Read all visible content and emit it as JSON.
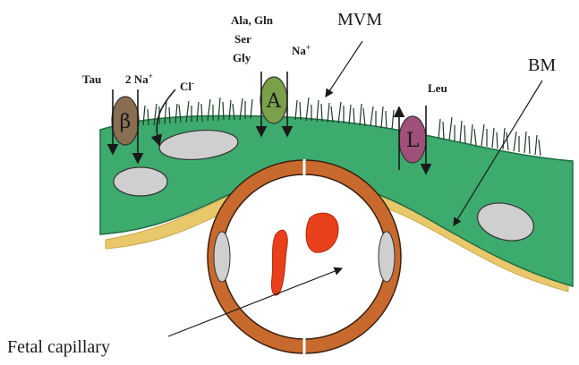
{
  "labels": {
    "mvm": "MVM",
    "bm": "BM",
    "fetal_capillary": "Fetal capillary",
    "tau": "Tau",
    "two_na": "2 Na",
    "two_na_sup": "+",
    "cl": "Cl",
    "cl_sup": "-",
    "ala_gln": "Ala, Gln",
    "ser": "Ser",
    "gly": "Gly",
    "na": "Na",
    "na_sup": "+",
    "leu": "Leu"
  },
  "carriers": {
    "beta": "β",
    "a": "A",
    "l": "L"
  },
  "colors": {
    "syncytium_green": "#3daa6e",
    "basement_membrane": "#e8c86a",
    "capillary_wall": "#c8692e",
    "red_cell": "#e8401a",
    "nucleus": "#cfcfcf",
    "beta_carrier": "#8a6e52",
    "a_carrier": "#7aa04a",
    "l_carrier": "#a0507a"
  }
}
